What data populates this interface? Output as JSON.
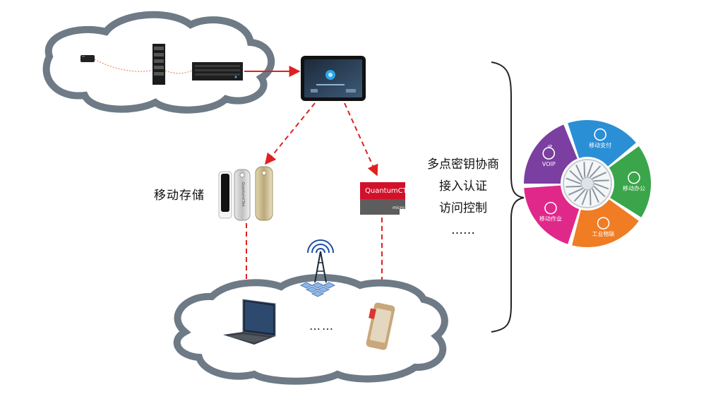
{
  "labels": {
    "mobile_storage": "移动存储",
    "ellipsis_mid": "……"
  },
  "features": [
    "多点密钥协商",
    "接入认证",
    "访问控制",
    "……"
  ],
  "devices": {
    "sd_card_brand": "QuantumCTek",
    "usb_brand": "QuantumCTek"
  },
  "wheel": {
    "segments": [
      {
        "label": "移动支付",
        "icon": "phone-yen-icon",
        "color": "#2b8fd6"
      },
      {
        "label": "移动办公",
        "icon": "monitor-user-icon",
        "color": "#3aa54a"
      },
      {
        "label": "工业物联",
        "icon": "factory-icon",
        "color": "#f07c24"
      },
      {
        "label": "移动作业",
        "icon": "worker-icon",
        "color": "#e0288a"
      },
      {
        "label": "VOIP",
        "icon": "phone-ip-icon",
        "color": "#7a3fa0"
      }
    ],
    "center_icon": "turbine-icon",
    "ip_label": "IP"
  },
  "colors": {
    "arrow": "#e02020",
    "cloud_border": "#6e7a86"
  }
}
